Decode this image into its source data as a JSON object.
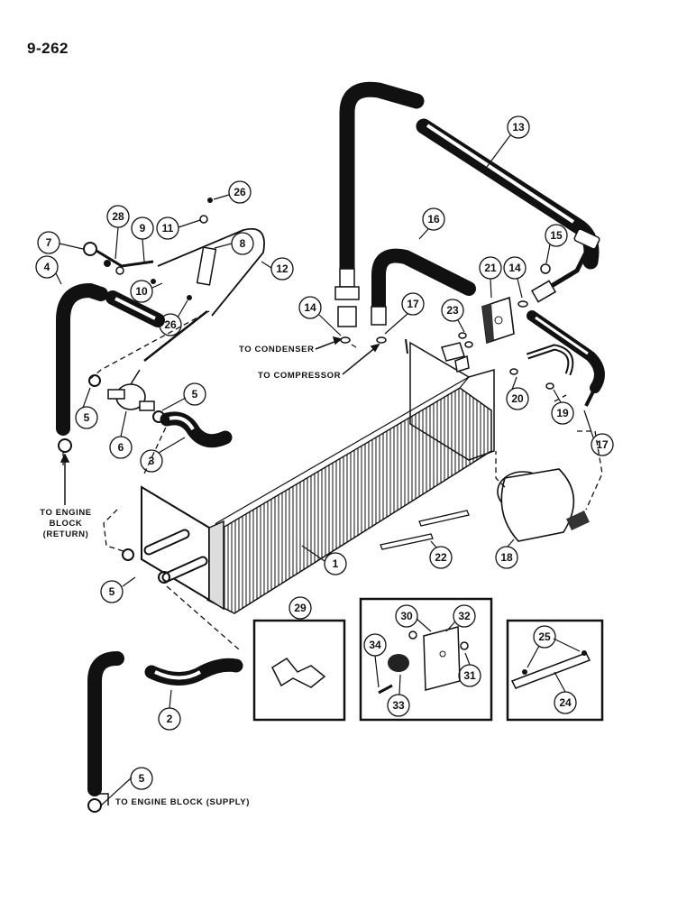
{
  "page_number": "9-262",
  "labels": {
    "to_condenser": "TO CONDENSER",
    "to_compressor": "TO COMPRESSOR",
    "to_engine_block_return_1": "TO ENGINE",
    "to_engine_block_return_2": "BLOCK",
    "to_engine_block_return_3": "(RETURN)",
    "to_engine_block_supply": "TO ENGINE BLOCK (SUPPLY)"
  },
  "callouts": [
    "1",
    "2",
    "3",
    "4",
    "5",
    "5",
    "5",
    "5",
    "6",
    "7",
    "8",
    "9",
    "10",
    "11",
    "12",
    "13",
    "14",
    "14",
    "15",
    "16",
    "17",
    "17",
    "18",
    "19",
    "20",
    "21",
    "22",
    "23",
    "24",
    "25",
    "26",
    "26",
    "28",
    "29",
    "30",
    "31",
    "32",
    "33",
    "34"
  ]
}
